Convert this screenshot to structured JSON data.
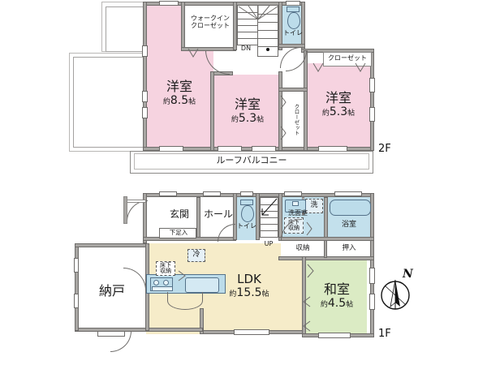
{
  "document": {
    "type": "japanese-real-estate-floor-plan",
    "floors": [
      "2F",
      "1F"
    ]
  },
  "floor2": {
    "label": "2F",
    "rooms": [
      {
        "name": "洋室",
        "area_pre": "約",
        "area_num": "8.5",
        "area_suf": "帖",
        "color": "#f6d3e0"
      },
      {
        "name": "洋室",
        "area_pre": "約",
        "area_num": "5.3",
        "area_suf": "帖",
        "color": "#f6d3e0"
      },
      {
        "name": "洋室",
        "area_pre": "約",
        "area_num": "5.3",
        "area_suf": "帖",
        "color": "#f6d3e0"
      }
    ],
    "walk_in_closet": "ウォークインクローゼット",
    "walk_in_closet_line1": "ウォークイン",
    "walk_in_closet_line2": "クローゼット",
    "toilet": "トイレ",
    "closet_top": "クローゼット",
    "closet_side": "クローゼット",
    "stairs_direction": "DN",
    "roof_balcony": "ルーフバルコニー"
  },
  "floor1": {
    "label": "1F",
    "rooms": [
      {
        "name": "LDK",
        "area_pre": "約",
        "area_num": "15.5",
        "area_suf": "帖",
        "color": "#f6ecc9"
      },
      {
        "name": "和室",
        "area_pre": "約",
        "area_num": "4.5",
        "area_suf": "帖",
        "color": "#dbebc4"
      },
      {
        "name": "納戸",
        "color": "#ffffff"
      }
    ],
    "genkan": "玄関",
    "hall": "ホール",
    "shoebox": "下足入",
    "toilet": "トイレ",
    "washroom": "洗面室",
    "washer": "洗",
    "bathroom": "浴室",
    "underfloor_storage_l1": "床下",
    "underfloor_storage_l2": "収納",
    "underfloor_storage_kitchen_l1": "床下",
    "underfloor_storage_kitchen_l2": "収納",
    "storage": "収納",
    "oshiire": "押入",
    "fridge": "冷",
    "stairs_direction": "UP"
  },
  "compass": {
    "north_label": "N",
    "name": "north-arrow"
  },
  "colors": {
    "western_room": "#f6d3e0",
    "ldk": "#f6ecc9",
    "japanese_room": "#dbebc4",
    "water_area": "#c3e0ec",
    "wall": "#a8a6a3",
    "wall_line": "#6e6c6a"
  }
}
